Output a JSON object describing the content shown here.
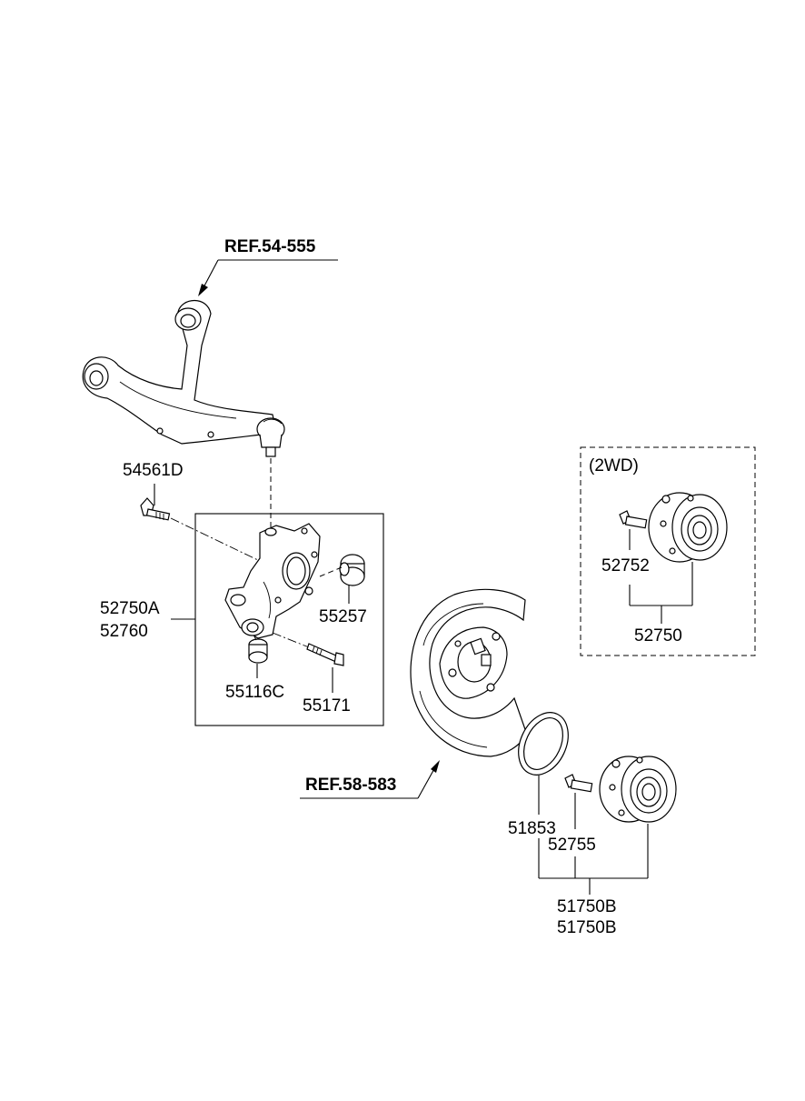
{
  "refs": {
    "upper_arm": "REF.54-555",
    "dust_cover": "REF.58-583"
  },
  "labels": {
    "bolt_54561D": "54561D",
    "knuckle_a": "52750A",
    "knuckle_b": "52760",
    "bushing_55257": "55257",
    "bushing_55116C": "55116C",
    "bolt_55171": "55171",
    "box_2wd_title": "(2WD)",
    "bolt_52752": "52752",
    "hub_52750": "52750",
    "ring_51853": "51853",
    "bolt_52755": "52755",
    "hub_51750B_a": "51750B",
    "hub_51750B_b": "51750B"
  }
}
